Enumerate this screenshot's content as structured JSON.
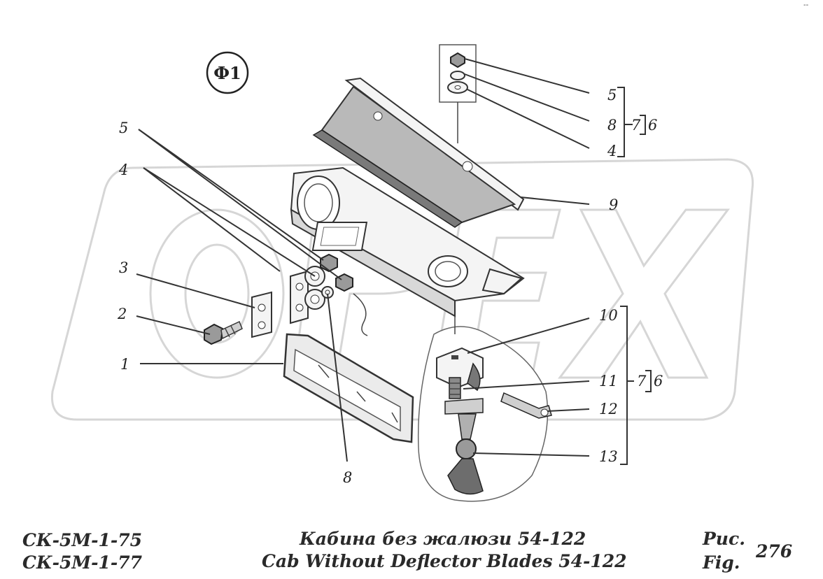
{
  "figure_badge": "Ф1",
  "watermark": "OPEX",
  "callouts": {
    "c1": "1",
    "c2": "2",
    "c3": "3",
    "c4_left": "4",
    "c5_left": "5",
    "c8_bottom": "8",
    "c5_right": "5",
    "c8_right": "8",
    "c4_right": "4",
    "c7_top": "7",
    "c6_top": "6",
    "c9": "9",
    "c10": "10",
    "c11": "11",
    "c12": "12",
    "c13": "13",
    "c7_bottom": "7",
    "c6_bottom": "6"
  },
  "footer": {
    "model_1": "СК-5М-1-75",
    "model_2": "СК-5М-1-77",
    "title_ru": "Кабина без жалюзи 54-122",
    "title_en": "Cab Without Deflector Blades 54-122",
    "fig_ru": "Рис.",
    "fig_en": "Fig.",
    "fig_number": "276"
  },
  "corner_mark": "--"
}
